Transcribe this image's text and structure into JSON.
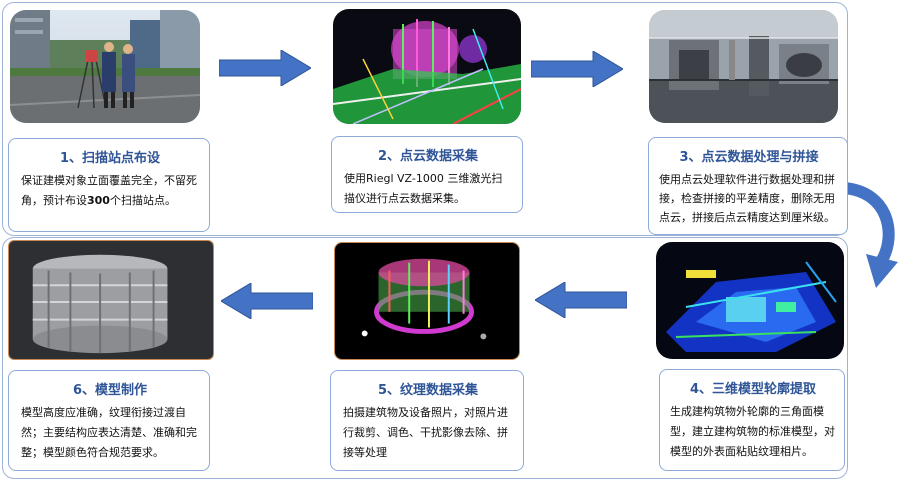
{
  "steps": [
    {
      "title": "1、扫描站点布设",
      "body_pre": "保证建模对象立面覆盖完全，不留死角，预计布设",
      "body_bold": "300",
      "body_post": "个扫描站点。"
    },
    {
      "title": "2、点云数据采集",
      "body": "使用Riegl VZ-1000 三维激光扫描仪进行点云数据采集。"
    },
    {
      "title": "3、点云数据处理与拼接",
      "body": "使用点云处理软件进行数据处理和拼接，检查拼接的平差精度，删除无用点云，拼接后点云精度达到厘米级。"
    },
    {
      "title": "4、三维模型轮廓提取",
      "body": "生成建构筑物外轮廓的三角面模型，建立建构筑物的标准模型，对模型的外表面粘贴纹理相片。"
    },
    {
      "title": "5、纹理数据采集",
      "body": "拍摄建筑物及设备照片，对照片进行裁剪、调色、干扰影像去除、拼接等处理"
    },
    {
      "title": "6、模型制作",
      "body": "模型高度应准确，纹理衔接过渡自然；主要结构应表达清楚、准确和完整；模型颜色符合规范要求。"
    }
  ],
  "colors": {
    "arrow": "#4472c4",
    "title": "#2f5597",
    "card_border": "#8eaadb"
  }
}
